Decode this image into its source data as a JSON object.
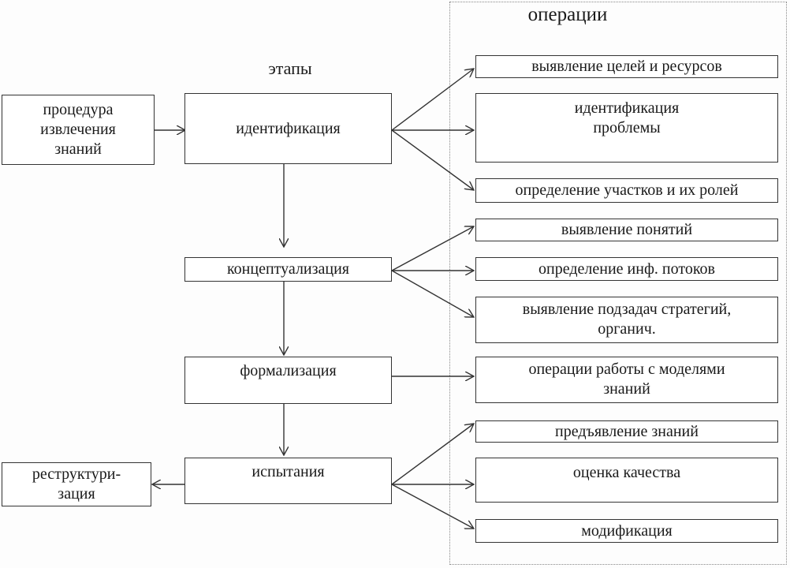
{
  "headers": {
    "operations": "операции",
    "stages": "этапы"
  },
  "left": {
    "procedure_lines": [
      "процедура",
      "извлечения",
      "знаний"
    ],
    "restructuring_lines": [
      "реструктури-",
      "зация"
    ]
  },
  "stages": {
    "identification": "идентификация",
    "conceptualization": "концептуализация",
    "formalization": "формализация",
    "testing": "испытания"
  },
  "operations": {
    "goals": "выявление целей и ресурсов",
    "problem_lines": [
      "идентификация",
      "проблемы"
    ],
    "participants": "определение участков и их ролей",
    "concepts": "выявление понятий",
    "flows": "определение инф. потоков",
    "subtasks_lines": [
      "выявление подзадач стратегий,",
      "органич."
    ],
    "models_lines": [
      "операции работы с моделями",
      "знаний"
    ],
    "presentation": "предъявление знаний",
    "quality": "оценка качества",
    "modification": "модификация"
  }
}
